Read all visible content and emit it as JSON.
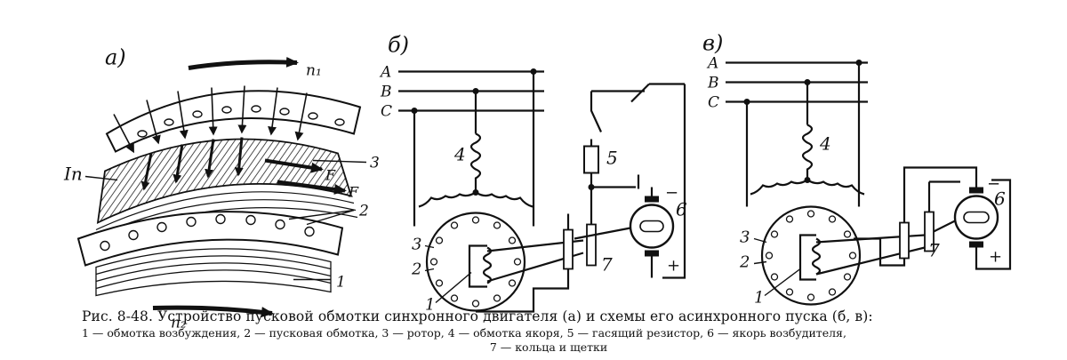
{
  "panels": {
    "a": {
      "label": "а)",
      "n1": "n₁",
      "n2": "n₂",
      "In": "Iп",
      "F_upper": "F",
      "F_lower": "F",
      "num_3": "3",
      "num_2": "2",
      "num_1": "1"
    },
    "b": {
      "label": "б)",
      "phases": [
        "A",
        "B",
        "C"
      ],
      "num_4": "4",
      "num_5": "5",
      "num_6": "6",
      "num_7": "7",
      "num_3": "3",
      "num_2": "2",
      "num_1": "1",
      "minus": "−",
      "plus": "+"
    },
    "c": {
      "label": "в)",
      "phases": [
        "A",
        "B",
        "C"
      ],
      "num_4": "4",
      "num_6": "6",
      "num_7": "7",
      "num_3": "3",
      "num_2": "2",
      "num_1": "1",
      "minus": "−",
      "plus": "+"
    }
  },
  "caption": {
    "title": "Рис. 8-48. Устройство пусковой обмотки синхронного двигателя (а) и схемы его асинхронного пуска (б, в):",
    "legend_line1": "1 — обмотка возбуждения,  2 — пусковая обмотка,  3 — ротор,  4 — обмотка якоря,  5 — гасящий резистор,  6 — якорь возбудителя,",
    "legend_line2": "7 — кольца и щетки"
  }
}
